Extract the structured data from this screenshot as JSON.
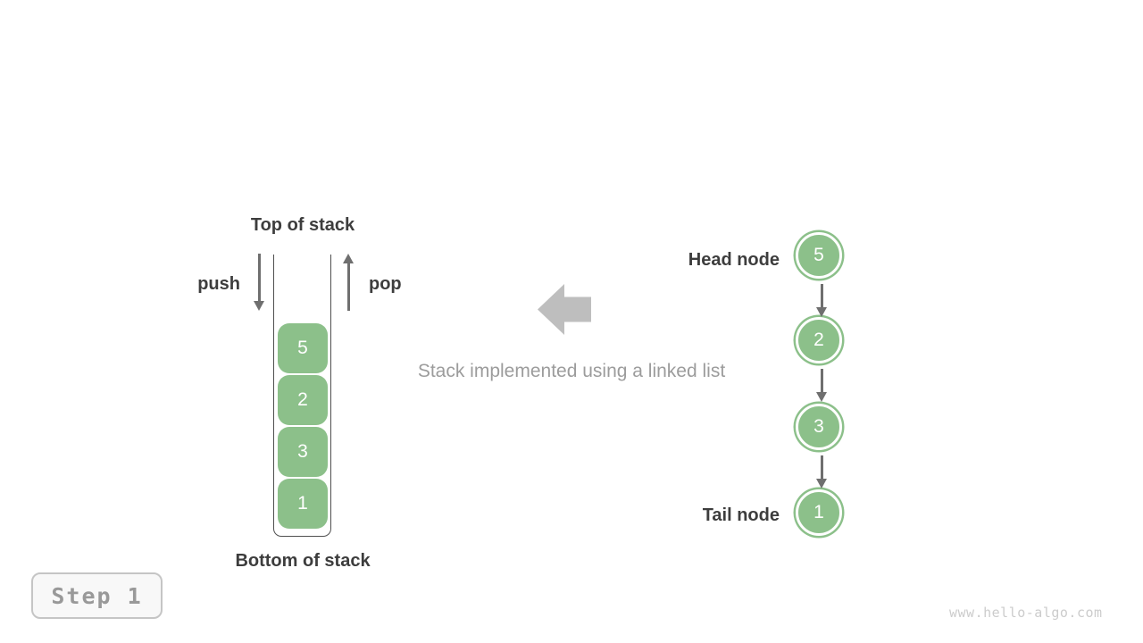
{
  "colors": {
    "green": "#8cc08a",
    "dark_text": "#3d3d3d",
    "arrow_gray": "#6f6f6f",
    "block_arrow_gray": "#bebebe",
    "caption_gray": "#9c9c9c"
  },
  "stack": {
    "top_label": "Top of stack",
    "bottom_label": "Bottom of stack",
    "push_label": "push",
    "pop_label": "pop",
    "items": [
      "5",
      "2",
      "3",
      "1"
    ]
  },
  "caption": {
    "text": "Stack implemented using a linked list"
  },
  "linked_list": {
    "head_label": "Head node",
    "tail_label": "Tail node",
    "nodes": [
      "5",
      "2",
      "3",
      "1"
    ]
  },
  "step_badge": {
    "label": "Step 1"
  },
  "watermark": {
    "text": "www.hello-algo.com"
  }
}
